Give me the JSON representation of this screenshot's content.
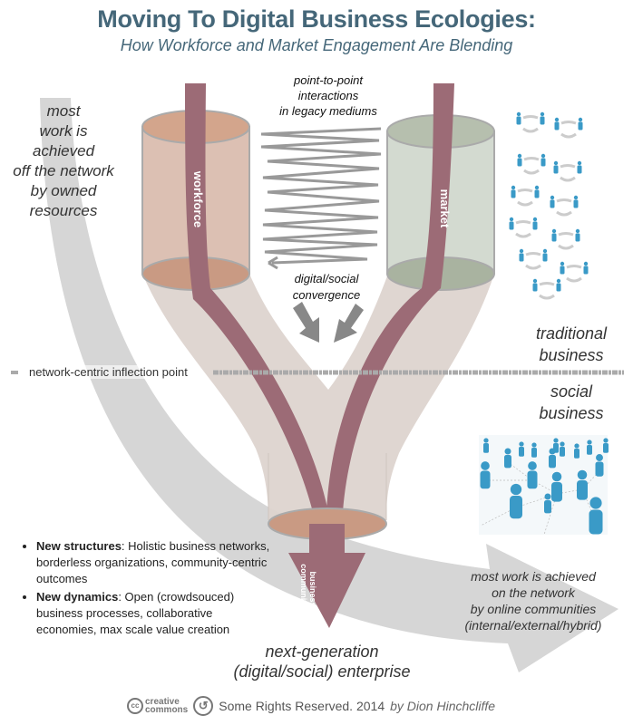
{
  "title": "Moving To Digital Business Ecologies:",
  "subtitle": "How Workforce and Market Engagement Are Blending",
  "labels": {
    "off_network": [
      "most",
      "work is",
      "achieved",
      "off the network",
      "by owned",
      "resources"
    ],
    "point_to_point": [
      "point-to-point",
      "interactions",
      "in legacy mediums"
    ],
    "convergence": [
      "digital/social",
      "convergence"
    ],
    "workforce": "workforce",
    "market": "market",
    "inflection": "network-centric inflection point",
    "traditional": [
      "traditional",
      "business"
    ],
    "social": [
      "social",
      "business"
    ],
    "business_communities": [
      "business",
      "communities"
    ],
    "on_network": [
      "most work is achieved",
      "on the network",
      "by online communities",
      "(internal/external/hybrid)"
    ],
    "enterprise": [
      "next-generation",
      "(digital/social) enterprise"
    ]
  },
  "bullets": [
    {
      "head": "New structures",
      "body": ": Holistic business networks, borderless organizations, community-centric outcomes"
    },
    {
      "head": "New dynamics",
      "body": ": Open (crowdsouced) business processes, collaborative economies, max scale value creation"
    }
  ],
  "footer": {
    "cc_small": "cc",
    "cc_word1": "creative",
    "cc_word2": "commons",
    "copyleft": "↺",
    "rights": "Some Rights Reserved. 2014",
    "by": "by Dion Hinchcliffe"
  },
  "icons": {
    "traditional_pairs": 11,
    "network_people": 18
  },
  "colors": {
    "title": "#456779",
    "band": "#9c6b76",
    "workforce_cyl": "#dcc0b3",
    "workforce_top": "#d3a58c",
    "market_cyl": "#d3dad0",
    "market_top": "#a9b3a0",
    "funnel": "#ddd4cf",
    "arc": "#d6d6d6",
    "people": "#3a9ac7"
  }
}
